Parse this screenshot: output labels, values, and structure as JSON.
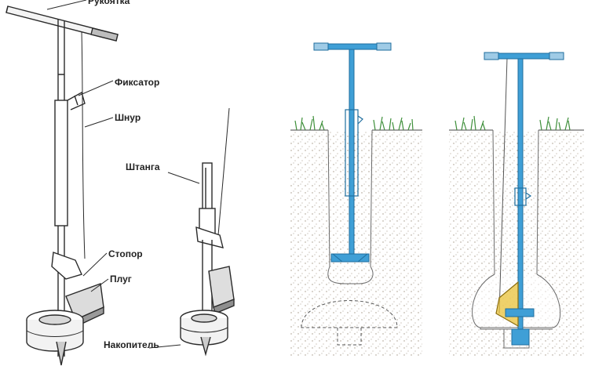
{
  "labels": {
    "handle": "Рукоятка",
    "lock": "Фиксатор",
    "cord": "Шнур",
    "rod": "Штанга",
    "stopper": "Стопор",
    "plough": "Плуг",
    "collector": "Накопитель"
  },
  "colors": {
    "ink": "#2a2a2a",
    "blue_tool": "#3f9fd6",
    "blue_dark": "#1f6e9e",
    "grass": "#3e8f3a",
    "soil_dot": "#9a8f80",
    "plough_yellow": "#e8c23a"
  }
}
